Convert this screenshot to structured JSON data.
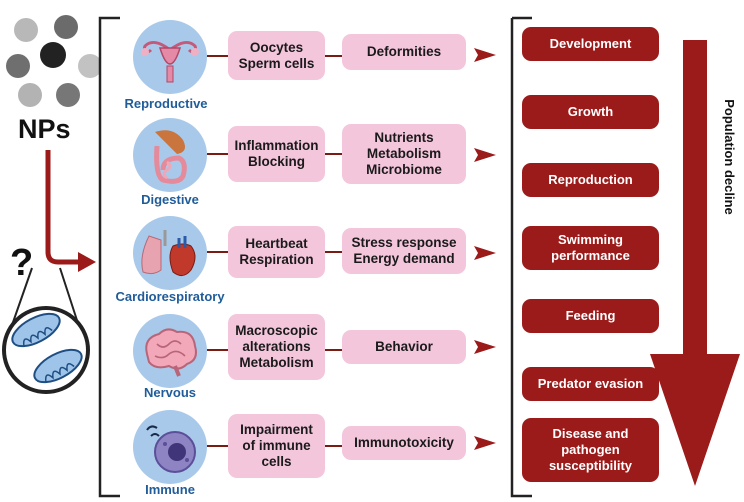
{
  "left": {
    "np_label": "NPs",
    "question_mark": "?"
  },
  "systems": [
    {
      "name": "Reproductive",
      "effects": "Oocytes\nSperm cells",
      "outcome": "Deformities"
    },
    {
      "name": "Digestive",
      "effects": "Inflammation\nBlocking",
      "outcome": "Nutrients\nMetabolism\nMicrobiome"
    },
    {
      "name": "Cardiorespiratory",
      "effects": "Heartbeat\nRespiration",
      "outcome": "Stress response\nEnergy demand"
    },
    {
      "name": "Nervous",
      "effects": "Macroscopic\nalterations\nMetabolism",
      "outcome": "Behavior"
    },
    {
      "name": "Immune",
      "effects": "Impairment\nof immune\ncells",
      "outcome": "Immunotoxicity"
    }
  ],
  "consequences": [
    "Development",
    "Growth",
    "Reproduction",
    "Swimming\nperformance",
    "Feeding",
    "Predator evasion",
    "Disease and\npathogen\nsusceptibility"
  ],
  "population_label": "Population decline",
  "colors": {
    "dark_red": "#9b1b1b",
    "pink": "#f4c6dc",
    "organ_circle": "#a9c9ea",
    "system_label": "#1f5c99"
  },
  "icons": [
    "nanoparticle-icon",
    "mitochondria-icon",
    "uterus-icon",
    "digestive-tract-icon",
    "lungs-heart-icon",
    "brain-icon",
    "immune-cell-icon"
  ]
}
